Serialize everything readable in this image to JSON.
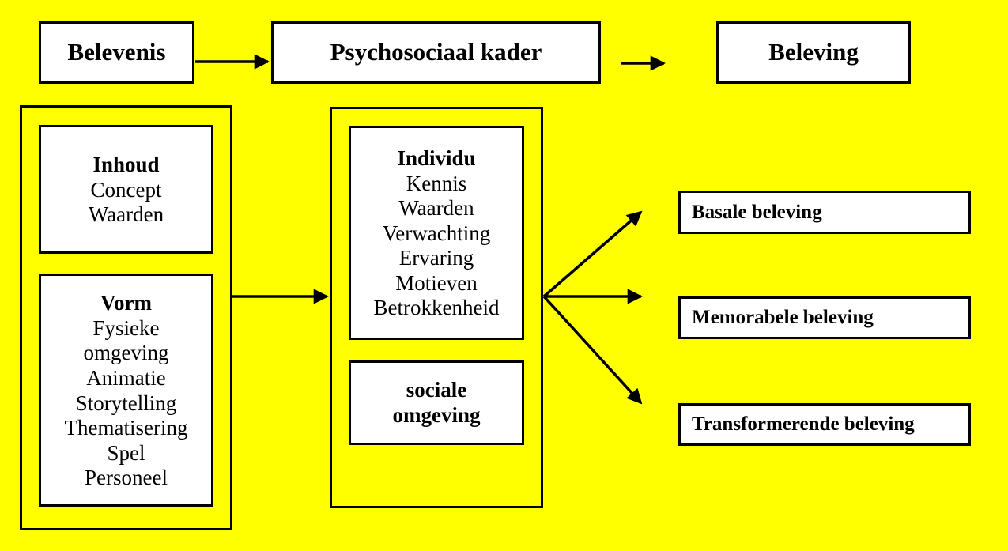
{
  "diagram": {
    "title": "Psychosociaal kader",
    "background_color": "#FFFF00",
    "box_fill_color": "#FFFFFF",
    "line_color": "#000000",
    "top_flow": [
      {
        "label": "Belevenis"
      },
      {
        "label": "Psychosociaal kader"
      },
      {
        "label": "Beleving"
      }
    ],
    "left_group": {
      "inhoud": {
        "header": "Inhoud",
        "items": [
          "Concept",
          "Waarden"
        ]
      },
      "vorm": {
        "header": "Vorm",
        "items": [
          "Fysieke",
          "omgeving",
          "Animatie",
          "Storytelling",
          "Thematisering",
          "Spel",
          "Personeel"
        ]
      }
    },
    "middle_group": {
      "individu": {
        "header": "Individu",
        "items": [
          "Kennis",
          "Waarden",
          "Verwachting",
          "Ervaring",
          "Motieven",
          "Betrokkenheid"
        ]
      },
      "sociale_omgeving": {
        "line1": "sociale",
        "line2": "omgeving"
      }
    },
    "outcomes": [
      {
        "label": "Basale beleving"
      },
      {
        "label": "Memorabele beleving"
      },
      {
        "label": "Transformerende beleving"
      }
    ],
    "arrows": [
      {
        "name": "belevenis-to-kader"
      },
      {
        "name": "kader-to-beleving"
      },
      {
        "name": "left-group-to-middle-group"
      },
      {
        "name": "middle-to-basale"
      },
      {
        "name": "middle-to-memorabele"
      },
      {
        "name": "middle-to-transformerende"
      }
    ]
  }
}
